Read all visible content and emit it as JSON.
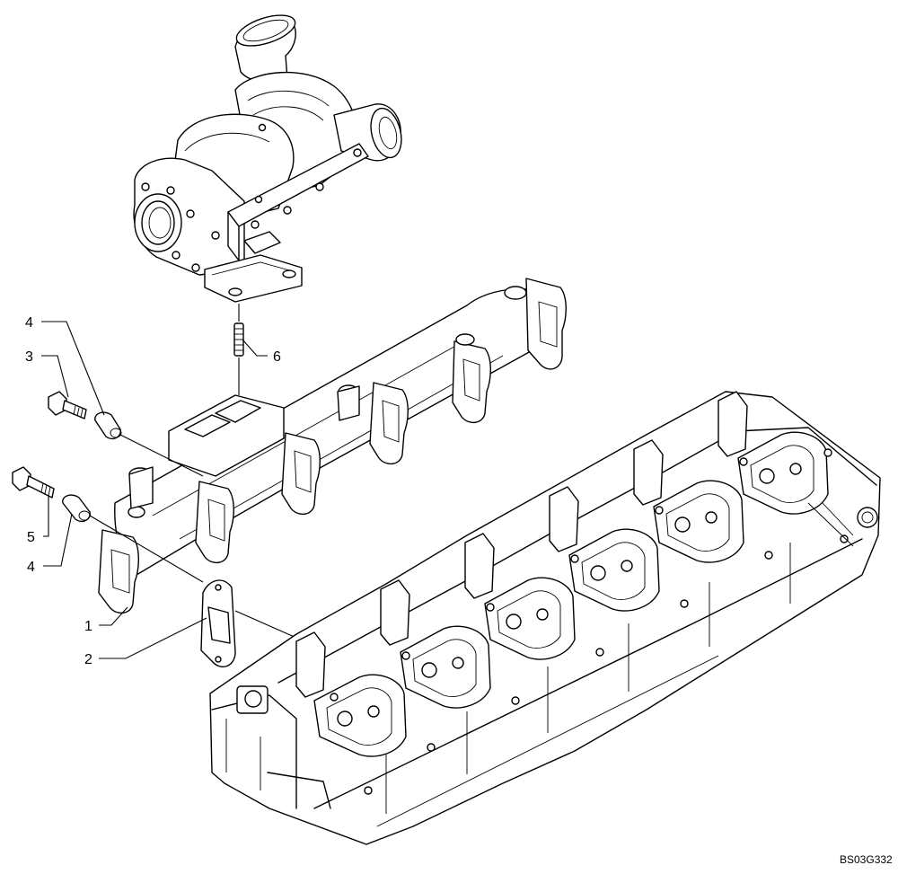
{
  "diagram": {
    "reference_code": "BS03G332",
    "callouts": [
      {
        "id": "c4a",
        "label": "4"
      },
      {
        "id": "c3",
        "label": "3"
      },
      {
        "id": "c5",
        "label": "5"
      },
      {
        "id": "c4b",
        "label": "4"
      },
      {
        "id": "c1",
        "label": "1"
      },
      {
        "id": "c2",
        "label": "2"
      },
      {
        "id": "c6",
        "label": "6"
      }
    ]
  }
}
